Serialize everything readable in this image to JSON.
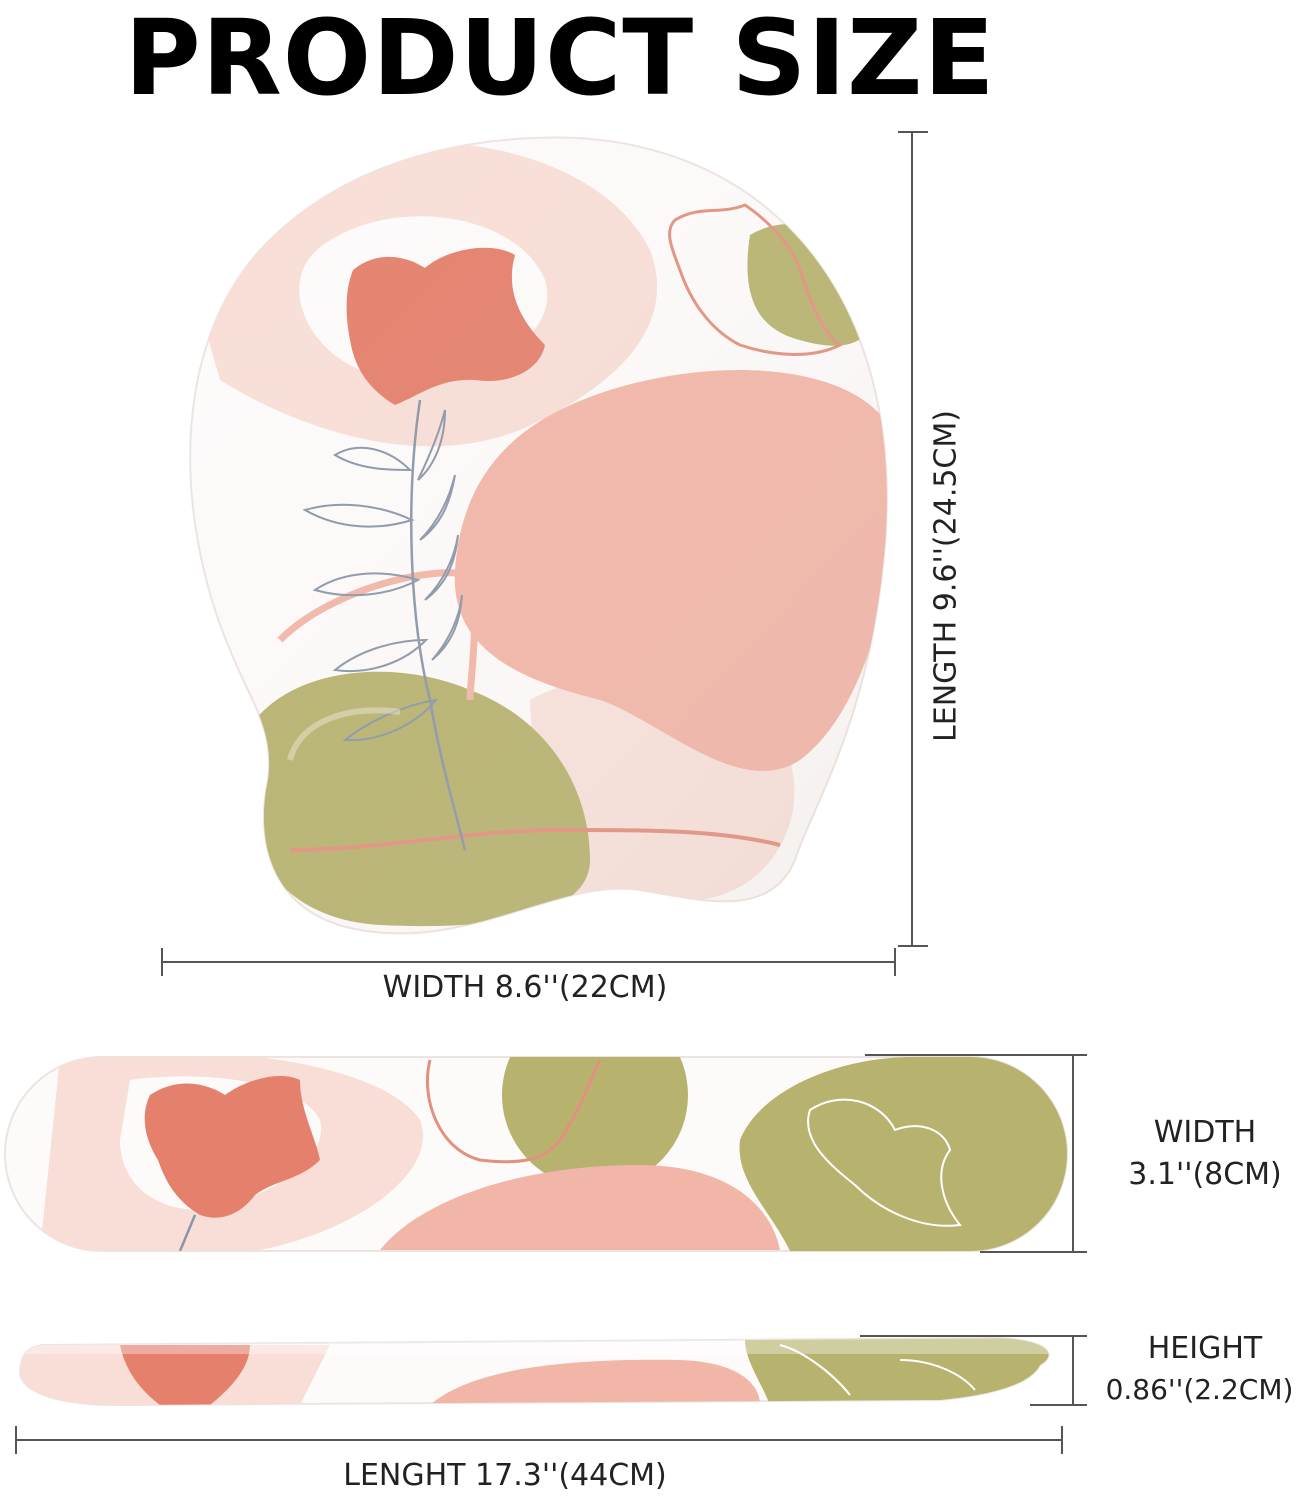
{
  "page": {
    "title": "PRODUCT SIZE"
  },
  "mouse_pad": {
    "length_label": "LENGTH 9.6''(24.5CM)",
    "width_label": "WIDTH 8.6''(22CM)"
  },
  "wrist_rest": {
    "width_label_line1": "WIDTH",
    "width_label_line2": "3.1''(8CM)",
    "height_label_line1": "HEIGHT",
    "height_label_line2": "0.86''(2.2CM)",
    "length_label": "LENGHT 17.3''(44CM)"
  },
  "palette": {
    "coral": "#e4806c",
    "blush": "#f2b6a8",
    "pale_pink": "#f8ded6",
    "olive": "#b7b36e",
    "line_blue": "#8a96a8",
    "rose_line": "#e3907e"
  }
}
